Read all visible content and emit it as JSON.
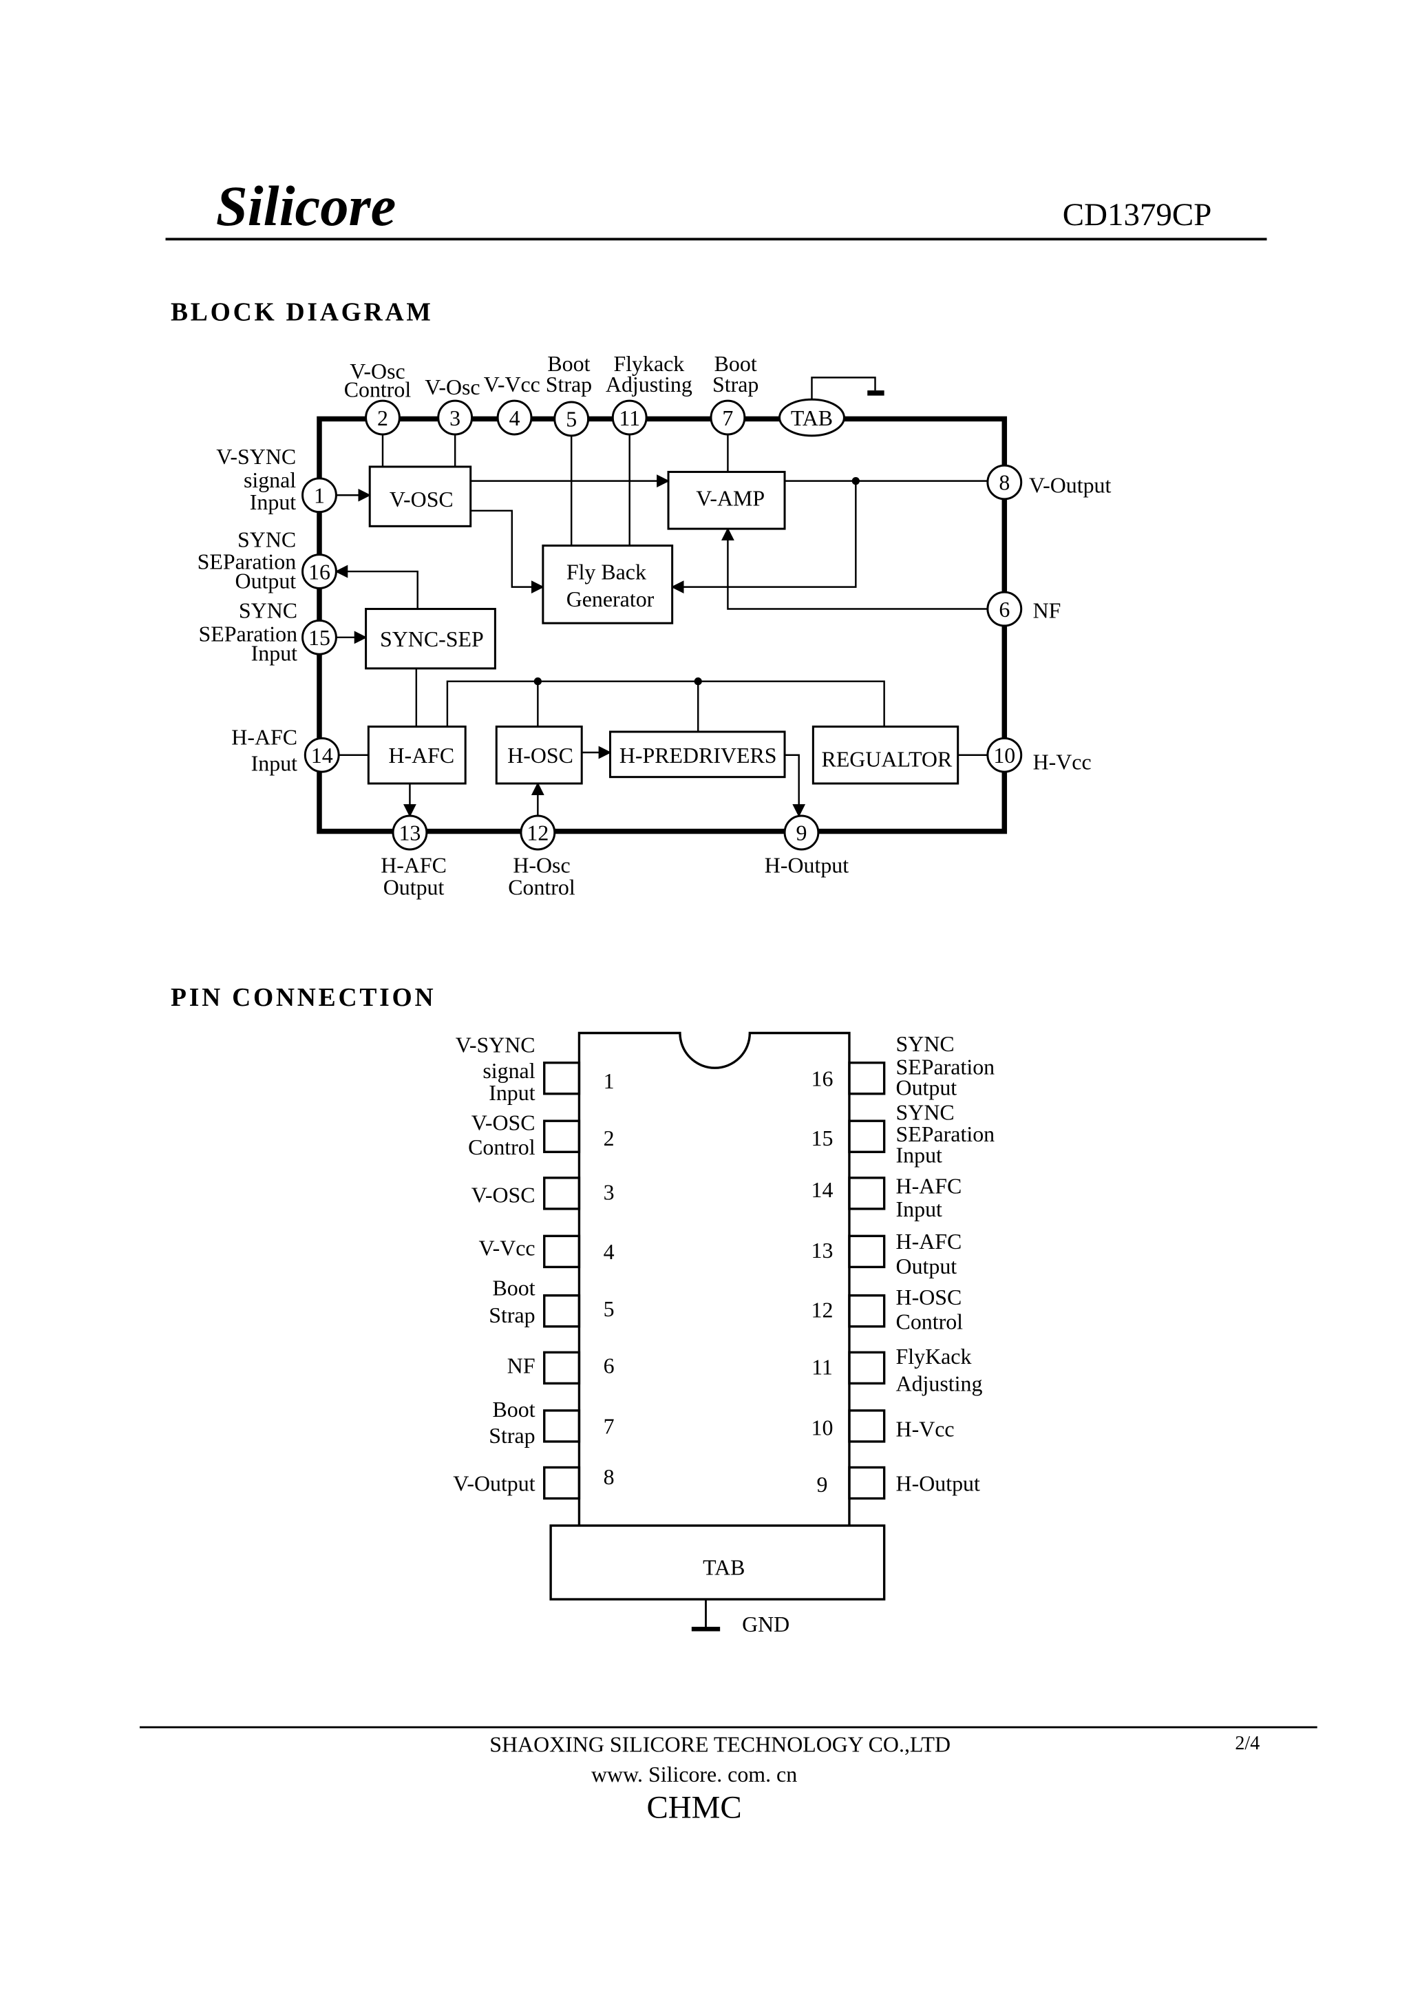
{
  "header": {
    "brand": "Silicore",
    "part_number": "CD1379CP"
  },
  "block_diagram": {
    "title": "BLOCK DIAGRAM",
    "blocks": {
      "vosc": "V-OSC",
      "vamp": "V-AMP",
      "flyback_1": "Fly Back",
      "flyback_2": "Generator",
      "syncsep": "SYNC-SEP",
      "hafc": "H-AFC",
      "hosc": "H-OSC",
      "hpre": "H-PREDRIVERS",
      "reg": "REGUALTOR"
    },
    "pins": {
      "p1": "1",
      "p2": "2",
      "p3": "3",
      "p4": "4",
      "p5": "5",
      "p6": "6",
      "p7": "7",
      "p8": "8",
      "p9": "9",
      "p10": "10",
      "p11": "11",
      "p12": "12",
      "p13": "13",
      "p14": "14",
      "p15": "15",
      "p16": "16",
      "tab": "TAB"
    },
    "labels": {
      "p2": [
        "V-Osc",
        "Control"
      ],
      "p3": [
        "V-Osc"
      ],
      "p4": [
        "V-Vcc"
      ],
      "p5": [
        "Boot",
        "Strap"
      ],
      "p11": [
        "Flykack",
        "Adjusting"
      ],
      "p7": [
        "Boot",
        "Strap"
      ],
      "p1": [
        "V-SYNC",
        "signal",
        "Input"
      ],
      "p16": [
        "SYNC",
        "SEParation",
        "Output"
      ],
      "p15": [
        "SYNC",
        "SEParation",
        "Input"
      ],
      "p14": [
        "H-AFC",
        "Input"
      ],
      "p8": [
        "V-Output"
      ],
      "p6": [
        "NF"
      ],
      "p10": [
        "H-Vcc"
      ],
      "p13": [
        "H-AFC",
        "Output"
      ],
      "p12": [
        "H-Osc",
        "Control"
      ],
      "p9": [
        "H-Output"
      ]
    }
  },
  "pin_connection": {
    "title": "PIN CONNECTION",
    "left": [
      {
        "num": "1",
        "label": [
          "V-SYNC",
          "signal",
          "Input"
        ]
      },
      {
        "num": "2",
        "label": [
          "V-OSC",
          "Control"
        ]
      },
      {
        "num": "3",
        "label": [
          "V-OSC"
        ]
      },
      {
        "num": "4",
        "label": [
          "V-Vcc"
        ]
      },
      {
        "num": "5",
        "label": [
          "Boot",
          "Strap"
        ]
      },
      {
        "num": "6",
        "label": [
          "NF"
        ]
      },
      {
        "num": "7",
        "label": [
          "Boot",
          "Strap"
        ]
      },
      {
        "num": "8",
        "label": [
          "V-Output"
        ]
      }
    ],
    "right": [
      {
        "num": "16",
        "label": [
          "SYNC",
          "SEParation",
          "Output"
        ]
      },
      {
        "num": "15",
        "label": [
          "SYNC",
          "SEParation",
          "Input"
        ]
      },
      {
        "num": "14",
        "label": [
          "H-AFC",
          "Input"
        ]
      },
      {
        "num": "13",
        "label": [
          "H-AFC",
          "Output"
        ]
      },
      {
        "num": "12",
        "label": [
          "H-OSC",
          "Control"
        ]
      },
      {
        "num": "11",
        "label": [
          "FlyKack",
          "Adjusting"
        ]
      },
      {
        "num": "10",
        "label": [
          "H-Vcc"
        ]
      },
      {
        "num": "9",
        "label": [
          "H-Output"
        ]
      }
    ],
    "tab": "TAB",
    "gnd": "GND"
  },
  "footer": {
    "company": "SHAOXING SILICORE TECHNOLOGY CO.,LTD",
    "page": "2/4",
    "website": "www. Silicore. com. cn",
    "mark": "CHMC"
  }
}
